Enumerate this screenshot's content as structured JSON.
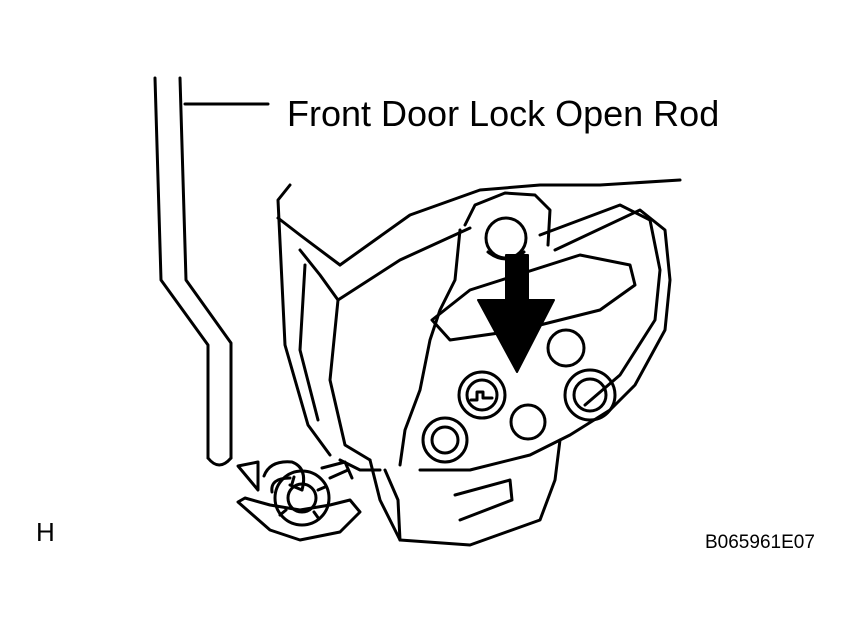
{
  "callout": {
    "text": "Front Door Lock Open Rod"
  },
  "figure": {
    "letter": "H",
    "code": "B065961E07"
  },
  "colors": {
    "ink": "#000000",
    "paper": "#ffffff"
  },
  "icons": {
    "push_direction": "arrow-down-icon",
    "rotate_direction": "curved-arrow-icon"
  }
}
